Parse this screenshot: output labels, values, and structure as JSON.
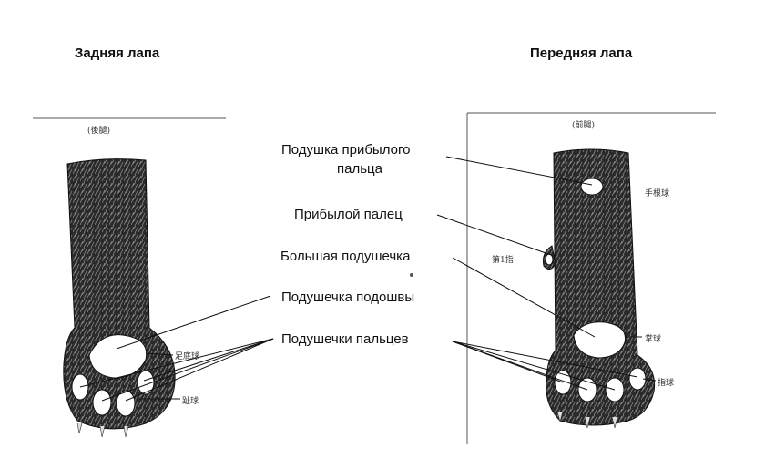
{
  "titles": {
    "hind": "Задняя лапа",
    "front": "Передняя лапа"
  },
  "labels": {
    "dewclaw_pad_line1": "Подушка прибылого",
    "dewclaw_pad_line2": "пальца",
    "dewclaw": "Прибылой палец",
    "carpal_pad": "Большая подушечка",
    "sole_pad": "Подушечка подошвы",
    "toe_pads": "Подушечки пальцев"
  },
  "source_annotations": {
    "hind_header": "(後腿)",
    "front_header": "(前腿)",
    "hind_sole": "足底球",
    "hind_toe": "趾球",
    "front_wrist": "手根球",
    "front_first_digit": "第1指",
    "front_palm": "掌球",
    "front_toe": "指球"
  }
}
